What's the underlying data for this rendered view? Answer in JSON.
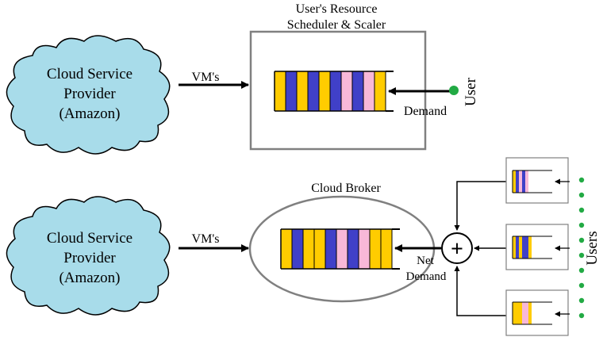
{
  "top": {
    "provider": [
      "Cloud Service",
      "Provider",
      "(Amazon)"
    ],
    "vms": "VM's",
    "scheduler_title": [
      "User's Resource",
      "Scheduler & Scaler"
    ],
    "demand": "Demand",
    "user": "User"
  },
  "bottom": {
    "provider": [
      "Cloud Service",
      "Provider",
      "(Amazon)"
    ],
    "vms": "VM's",
    "broker_title": "Cloud Broker",
    "net_demand": [
      "Net",
      "Demand"
    ],
    "plus": "+",
    "users": "Users"
  },
  "colors": {
    "cloud_fill": "#a8dcea",
    "yellow": "#ffcc00",
    "blue": "#4040c8",
    "pink": "#f8b8d8",
    "green": "#22aa44",
    "gray": "#808080"
  }
}
